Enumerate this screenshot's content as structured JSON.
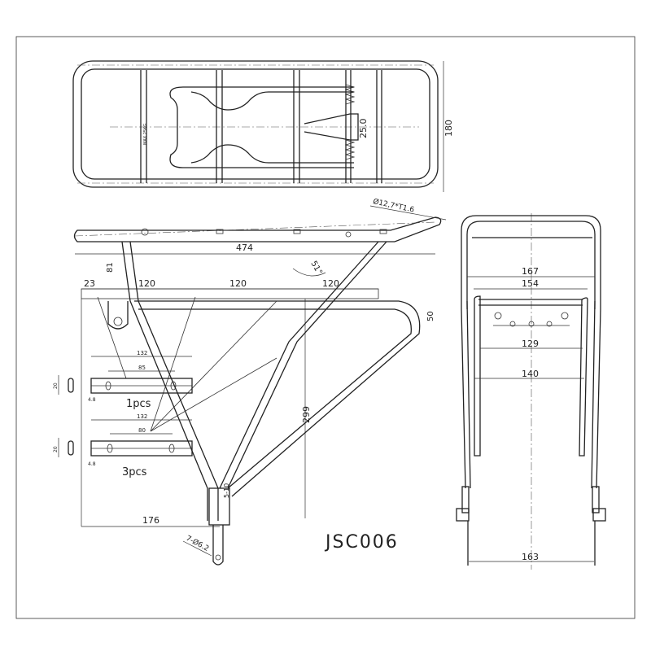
{
  "title": "JSC006",
  "top_view": {
    "width_dim": "180",
    "spring_dim": "25.0",
    "load_label": "MAX 25KG"
  },
  "side_view": {
    "tube_spec": "Ø12,7*T1.6",
    "length_dim": "474",
    "angle_dim": "51°",
    "height_dim_small": "81",
    "spacing_dims": [
      "23",
      "120",
      "120",
      "120"
    ],
    "drop_dim": "50",
    "height_dim": "299",
    "base_dim": "176",
    "hole_spec": "7-Ø6.2",
    "slot_dim": "5-10"
  },
  "brackets": [
    {
      "length": "132",
      "hole_spacing": "85",
      "height": "20",
      "thickness": "4.8",
      "qty": "1pcs"
    },
    {
      "length": "132",
      "hole_spacing": "80",
      "height": "20",
      "thickness": "4.8",
      "qty": "3pcs"
    }
  ],
  "front_view": {
    "dims": [
      "167",
      "154",
      "129",
      "140",
      "163"
    ]
  }
}
